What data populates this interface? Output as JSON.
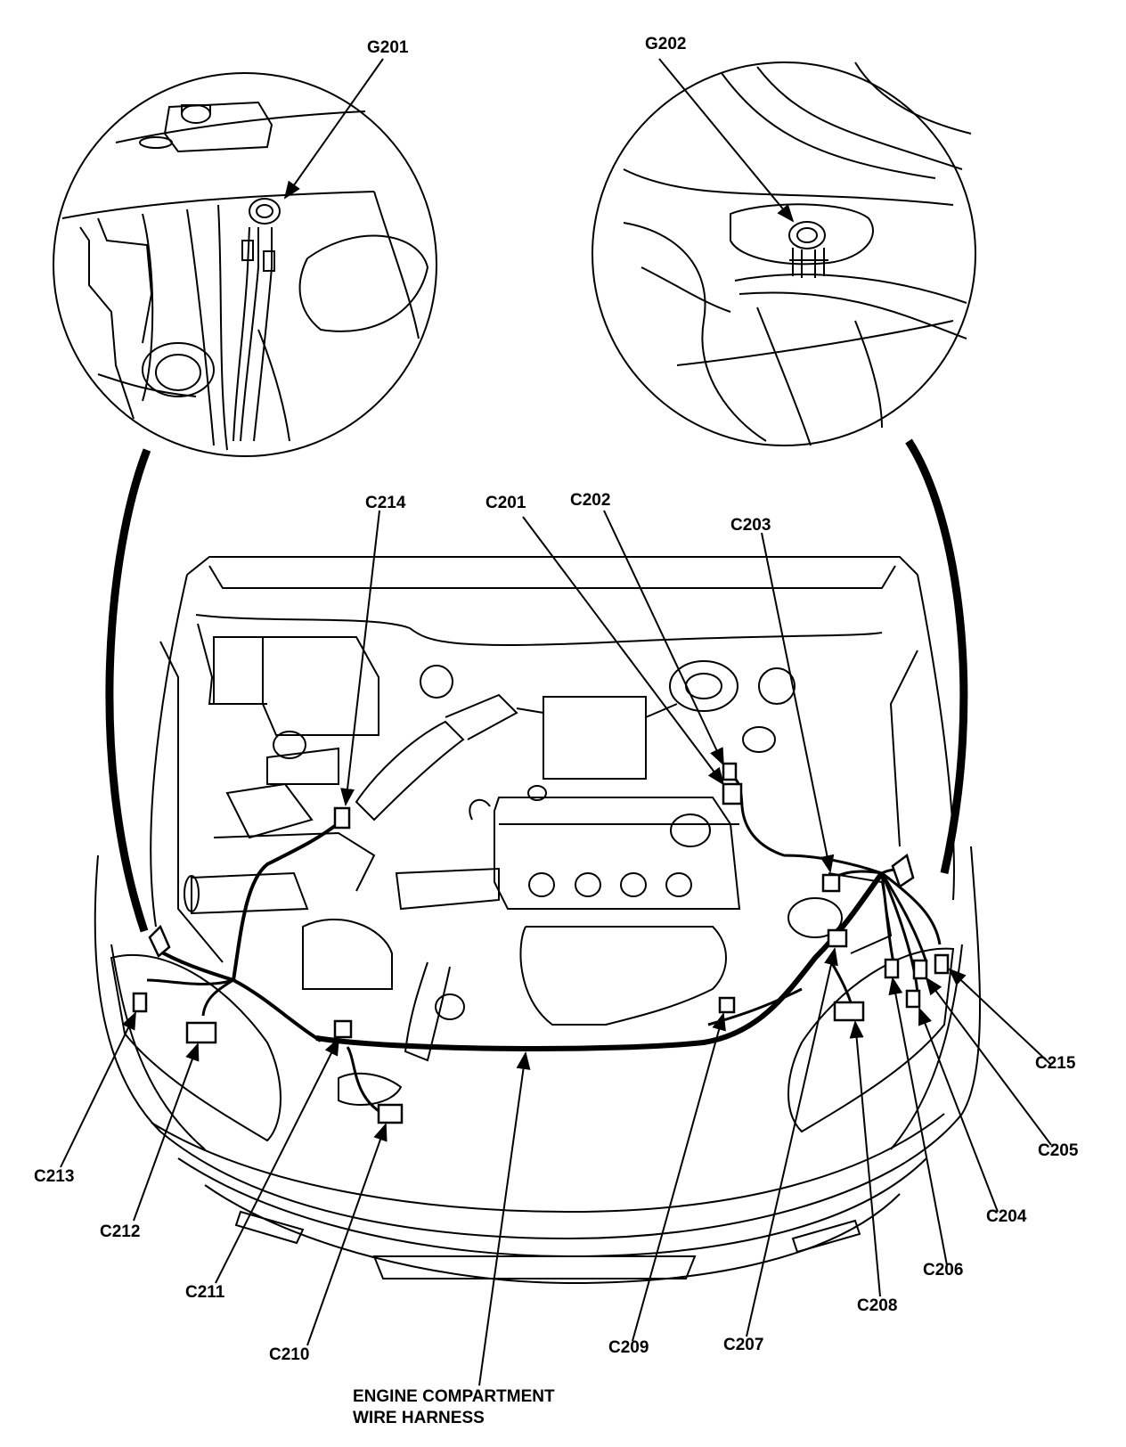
{
  "ground_points": [
    {
      "id": "G201"
    },
    {
      "id": "G202"
    }
  ],
  "connectors": {
    "C201": "C201",
    "C202": "C202",
    "C203": "C203",
    "C204": "C204",
    "C205": "C205",
    "C206": "C206",
    "C207": "C207",
    "C208": "C208",
    "C209": "C209",
    "C210": "C210",
    "C211": "C211",
    "C212": "C212",
    "C213": "C213",
    "C214": "C214",
    "C215": "C215"
  },
  "harness_caption": {
    "line1": "ENGINE COMPARTMENT",
    "line2": "WIRE HARNESS"
  },
  "colors": {
    "ink": "#000000",
    "paper": "#ffffff"
  }
}
